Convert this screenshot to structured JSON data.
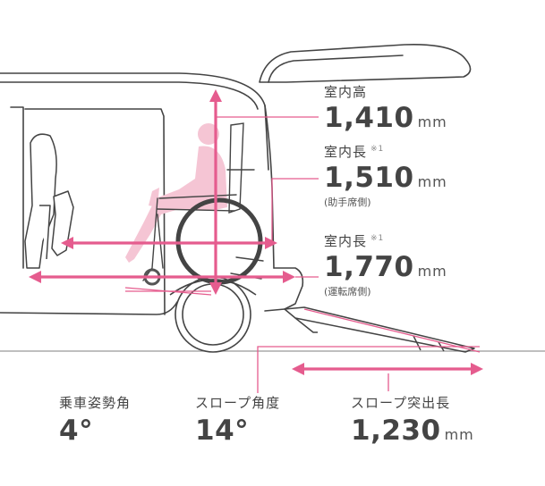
{
  "colors": {
    "accent": "#e55c8e",
    "accent_light": "#f2aac4",
    "figure": "#f5c5d4",
    "line": "#444444",
    "body": "#ffffff",
    "ground": "#999999"
  },
  "specs": {
    "interior_height": {
      "label": "室内高",
      "value": "1,410",
      "unit": "mm"
    },
    "interior_length_passenger": {
      "label": "室内長",
      "footnote": "※1",
      "value": "1,510",
      "unit": "mm",
      "note": "(助手席側)"
    },
    "interior_length_driver": {
      "label": "室内長",
      "footnote": "※1",
      "value": "1,770",
      "unit": "mm",
      "note": "(運転席側)"
    },
    "riding_angle": {
      "label": "乗車姿勢角",
      "value": "4°"
    },
    "slope_angle": {
      "label": "スロープ角度",
      "value": "14°"
    },
    "slope_length": {
      "label": "スロープ突出長",
      "value": "1,230",
      "unit": "mm"
    }
  }
}
